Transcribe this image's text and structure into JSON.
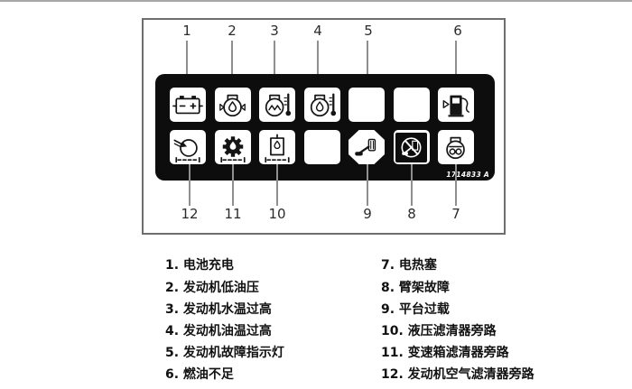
{
  "figure": {
    "type": "indicator-panel-decal-diagram",
    "part_label": "1714833 A",
    "panel_background": "#0d0d0d",
    "callout_line_color": "#8f8f8f",
    "frame_border_color": "#6e6e6e"
  },
  "callouts": {
    "top": [
      "1",
      "2",
      "3",
      "4",
      "5",
      "6"
    ],
    "bottom": [
      "12",
      "11",
      "10",
      "9",
      "8",
      "7"
    ]
  },
  "icons": {
    "top_row": [
      "battery-charge-icon",
      "engine-oil-pressure-icon",
      "engine-water-temp-icon",
      "engine-oil-temp-icon",
      "blank",
      "blank",
      "fuel-low-icon"
    ],
    "bottom_row": [
      "air-filter-bypass-icon",
      "transmission-filter-bypass-icon",
      "hydraulic-filter-bypass-icon",
      "blank",
      "platform-overload-icon",
      "boom-fault-icon",
      "glow-plug-icon"
    ]
  },
  "legend": {
    "left": [
      "1. 电池充电",
      "2. 发动机低油压",
      "3. 发动机水温过高",
      "4. 发动机油温过高",
      "5. 发动机故障指示灯",
      "6. 燃油不足"
    ],
    "right": [
      "7. 电热塞",
      "8. 臂架故障",
      "9. 平台过载",
      "10. 液压滤清器旁路",
      "11. 变速箱滤清器旁路",
      "12. 发动机空气滤清器旁路"
    ]
  }
}
